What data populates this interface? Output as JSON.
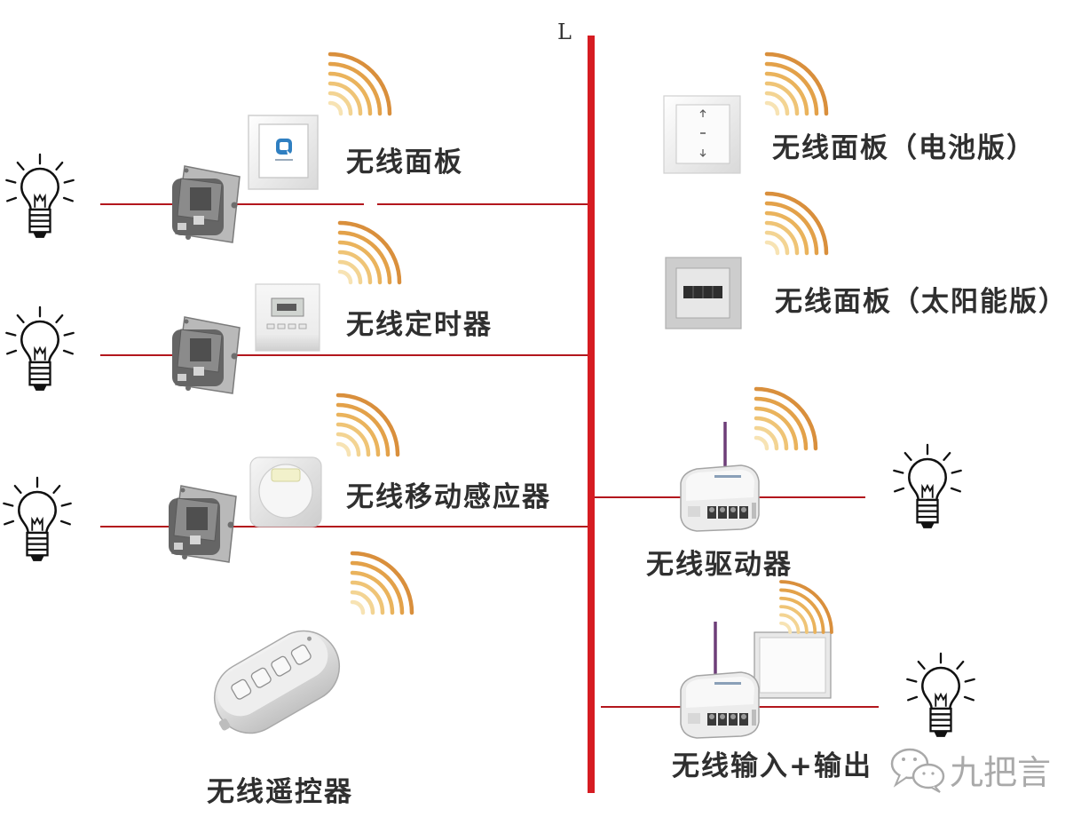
{
  "diagram": {
    "bus": {
      "label": "L",
      "color": "#d61c22"
    },
    "wire_color": "#b3171d",
    "label_color": "#2f2f2f",
    "signal_icon": "wireless-signal-icon",
    "left_devices": [
      {
        "name": "无线面板",
        "icon": "wireless-switch-panel-icon",
        "load_icon": "lightbulb-icon"
      },
      {
        "name": "无线定时器",
        "icon": "wireless-timer-icon",
        "load_icon": "lightbulb-icon"
      },
      {
        "name": "无线移动感应器",
        "icon": "motion-sensor-icon",
        "load_icon": "lightbulb-icon"
      }
    ],
    "remote": {
      "name": "无线遥控器",
      "icon": "remote-control-icon"
    },
    "right_devices": [
      {
        "name": "无线面板（电池版）",
        "icon": "battery-switch-panel-icon"
      },
      {
        "name": "无线面板（太阳能版）",
        "icon": "solar-switch-panel-icon"
      },
      {
        "name": "无线驱动器",
        "icon": "wireless-actuator-icon",
        "load_icon": "lightbulb-icon"
      },
      {
        "name": "无线输入+输出",
        "icon": "wireless-input-output-icon",
        "load_icon": "lightbulb-icon"
      }
    ]
  },
  "watermark": {
    "text": "九把言",
    "icon": "wechat-icon",
    "color": "#a9a9a9"
  }
}
